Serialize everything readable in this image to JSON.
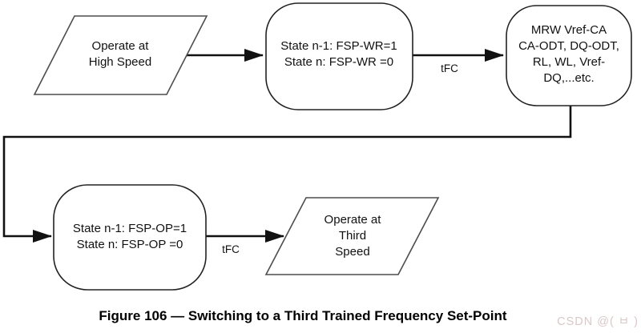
{
  "diagram": {
    "nodes": {
      "operate_high_speed": {
        "shape": "parallelogram",
        "lines": [
          "Operate at",
          "High Speed"
        ]
      },
      "fsp_wr_state": {
        "shape": "rounded-rect",
        "lines": [
          "State n-1: FSP-WR=1",
          "State n: FSP-WR =0"
        ]
      },
      "mrw_settings": {
        "shape": "rounded-rect",
        "lines": [
          "MRW Vref-CA",
          "CA-ODT, DQ-ODT,",
          "RL, WL, Vref-",
          "DQ,...etc."
        ]
      },
      "fsp_op_state": {
        "shape": "rounded-rect",
        "lines": [
          "State n-1: FSP-OP=1",
          "State n: FSP-OP =0"
        ]
      },
      "operate_third_speed": {
        "shape": "parallelogram",
        "lines": [
          "Operate at",
          "Third",
          "Speed"
        ]
      }
    },
    "edge_labels": {
      "tfc_1": "tFC",
      "tfc_2": "tFC"
    }
  },
  "caption": "Figure 106 — Switching to a Third Trained Frequency Set-Point",
  "watermark": "CSDN @( ㅂ )",
  "colors": {
    "background": "#ffffff",
    "parallelogram_border": "#4d4d4d",
    "rounded_box_border": "#222222",
    "arrow_line": "#111111",
    "text": "#111111",
    "caption_text": "#000000",
    "watermark_text": "#d9c8c8"
  }
}
